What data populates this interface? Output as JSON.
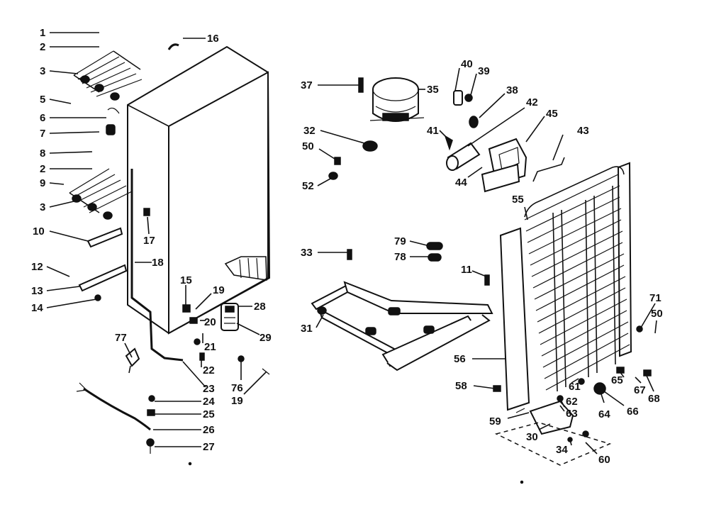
{
  "diagram": {
    "part_numbers": [
      "1",
      "2",
      "3",
      "5",
      "6",
      "7",
      "8",
      "2",
      "9",
      "3",
      "10",
      "12",
      "13",
      "14",
      "16",
      "17",
      "18",
      "15",
      "19",
      "20",
      "21",
      "22",
      "23",
      "28",
      "29",
      "77",
      "76",
      "19",
      "24",
      "25",
      "26",
      "27",
      "37",
      "35",
      "40",
      "39",
      "38",
      "42",
      "45",
      "43",
      "32",
      "41",
      "50",
      "52",
      "44",
      "55",
      "79",
      "78",
      "33",
      "11",
      "31",
      "56",
      "58",
      "59",
      "30",
      "34",
      "60",
      "62",
      "63",
      "64",
      "66",
      "61",
      "65",
      "67",
      "68",
      "71",
      "50"
    ]
  }
}
